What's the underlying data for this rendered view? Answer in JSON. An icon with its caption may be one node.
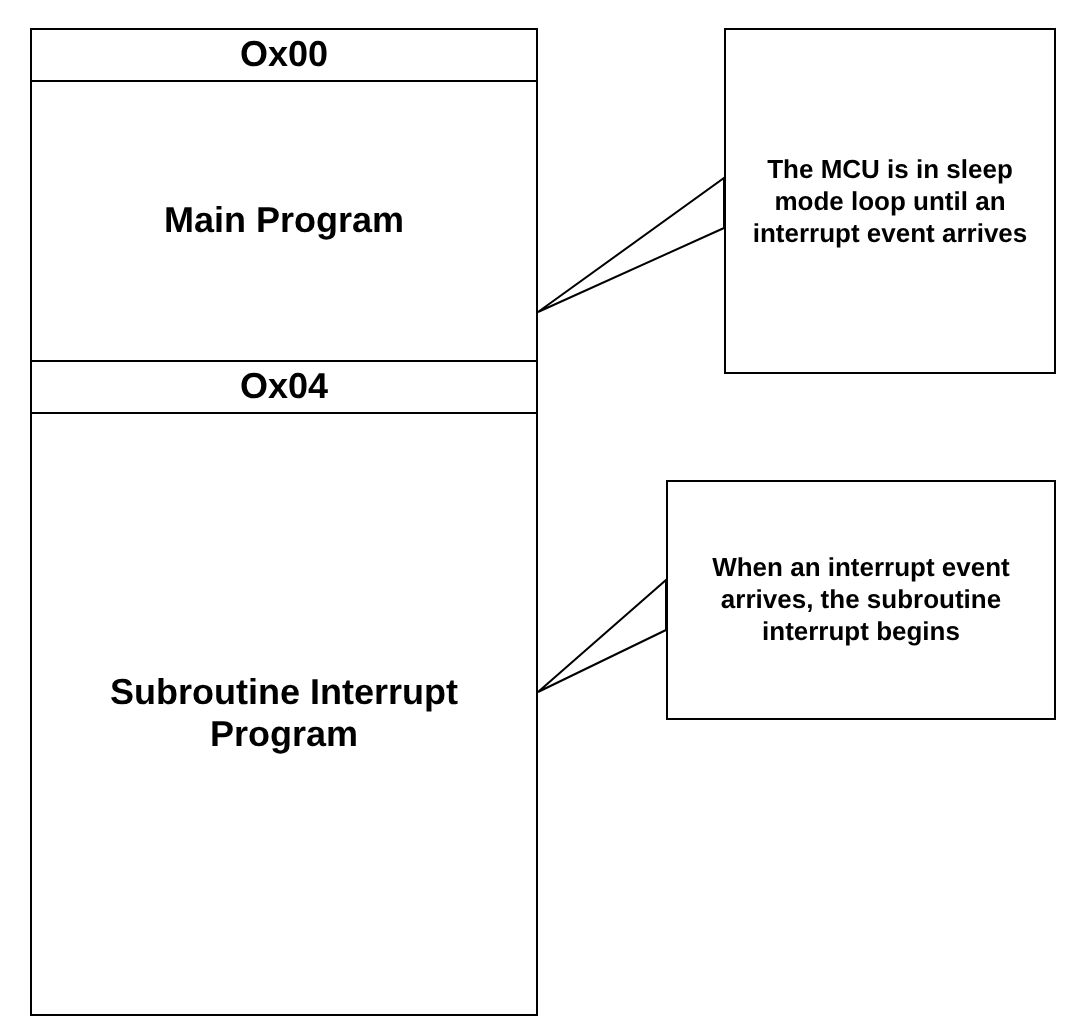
{
  "diagram": {
    "nodes": [
      {
        "text": [
          "Ox00"
        ]
      },
      {
        "text": [
          "Main Program"
        ]
      },
      {
        "text": [
          "Ox04"
        ]
      },
      {
        "text": [
          "Subroutine Interrupt Program"
        ]
      },
      {
        "text": [
          "The MCU is in sleep mode loop until an interrupt event arrives"
        ]
      },
      {
        "text": [
          "When an interrupt event arrives, the subroutine interrupt begins"
        ]
      }
    ],
    "edges": [
      {
        "from": 4,
        "to": 1,
        "arrow": "none"
      },
      {
        "from": 5,
        "to": 3,
        "arrow": "none"
      }
    ]
  }
}
